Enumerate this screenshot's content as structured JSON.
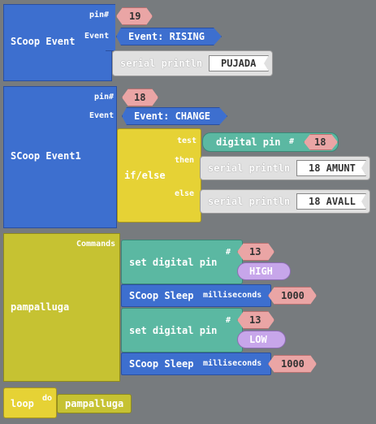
{
  "scoop_event": {
    "title": "SCoop Event",
    "pin_label": "pin#",
    "pin_value": "19",
    "event_label": "Event",
    "event_value": "Event: RISING",
    "print_label": "serial println",
    "print_value": "PUJADA"
  },
  "scoop_event1": {
    "title": "SCoop Event1",
    "pin_label": "pin#",
    "pin_value": "18",
    "event_label": "Event",
    "event_value": "Event: CHANGE",
    "ifelse": {
      "title": "if/else",
      "test_label": "test",
      "then_label": "then",
      "else_label": "else",
      "test_block": "digital pin",
      "test_hash": "#",
      "test_pin": "18",
      "then_print_label": "serial println",
      "then_print_value": "18 AMUNT",
      "else_print_label": "serial println",
      "else_print_value": "18 AVALL"
    }
  },
  "pampalluga": {
    "title": "pampalluga",
    "commands_label": "Commands",
    "set1_label": "set digital pin",
    "set1_hash": "#",
    "set1_pin": "13",
    "set1_value": "HIGH",
    "sleep1_label": "SCoop Sleep",
    "sleep1_ms_label": "milliseconds",
    "sleep1_ms": "1000",
    "set2_label": "set digital pin",
    "set2_hash": "#",
    "set2_pin": "13",
    "set2_value": "LOW",
    "sleep2_label": "SCoop Sleep",
    "sleep2_ms_label": "milliseconds",
    "sleep2_ms": "1000"
  },
  "loop": {
    "title": "loop",
    "do_label": "do",
    "call": "pampalluga"
  }
}
